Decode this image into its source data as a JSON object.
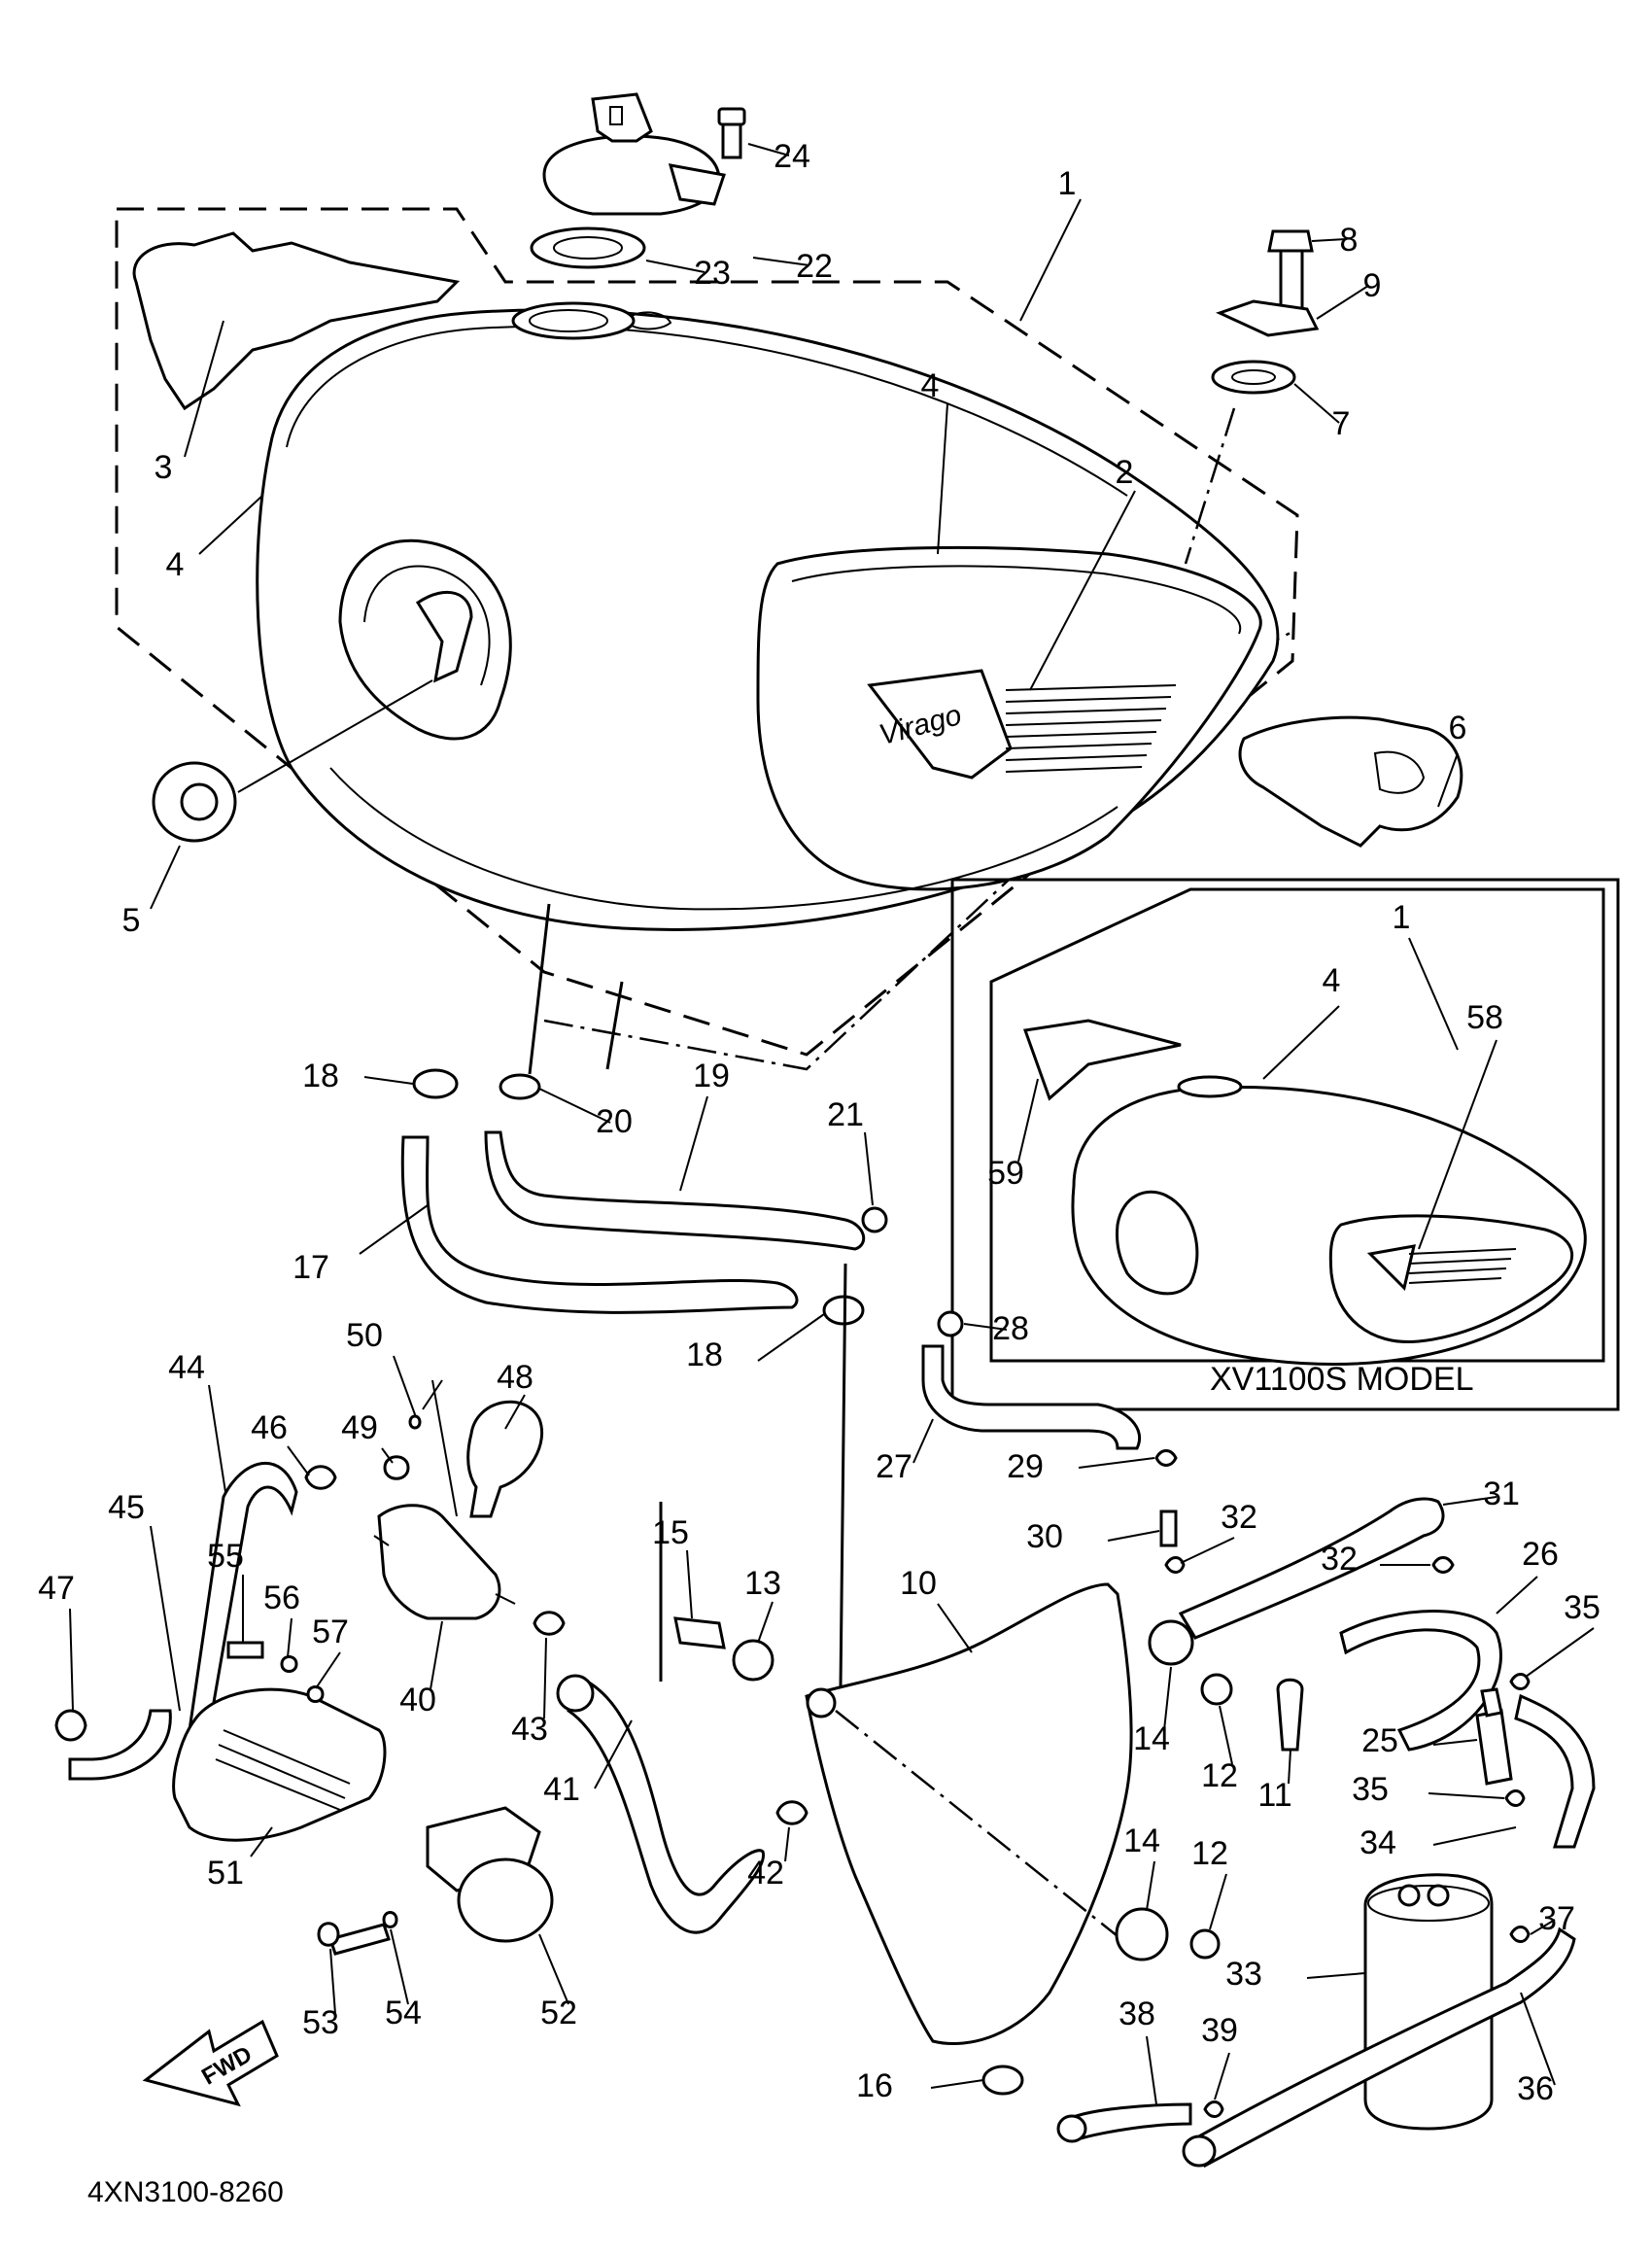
{
  "diagram": {
    "reference_code": "4XN3100-8260",
    "inset_caption": "XV1100S MODEL",
    "fwd_badge": "FWD",
    "tank_logo_text": "Virago",
    "callouts": [
      {
        "id": "c24",
        "label": "24"
      },
      {
        "id": "c22",
        "label": "22"
      },
      {
        "id": "c23",
        "label": "23"
      },
      {
        "id": "c1",
        "label": "1"
      },
      {
        "id": "c8",
        "label": "8"
      },
      {
        "id": "c9",
        "label": "9"
      },
      {
        "id": "c7",
        "label": "7"
      },
      {
        "id": "c3",
        "label": "3"
      },
      {
        "id": "c4a",
        "label": "4"
      },
      {
        "id": "c4b",
        "label": "4"
      },
      {
        "id": "c2",
        "label": "2"
      },
      {
        "id": "c6",
        "label": "6"
      },
      {
        "id": "c5",
        "label": "5"
      },
      {
        "id": "c18a",
        "label": "18"
      },
      {
        "id": "c20",
        "label": "20"
      },
      {
        "id": "c19",
        "label": "19"
      },
      {
        "id": "c21",
        "label": "21"
      },
      {
        "id": "c17",
        "label": "17"
      },
      {
        "id": "c18b",
        "label": "18"
      },
      {
        "id": "c28",
        "label": "28"
      },
      {
        "id": "c27",
        "label": "27"
      },
      {
        "id": "c29",
        "label": "29"
      },
      {
        "id": "c1i",
        "label": "1"
      },
      {
        "id": "c4i",
        "label": "4"
      },
      {
        "id": "c58",
        "label": "58"
      },
      {
        "id": "c59",
        "label": "59"
      },
      {
        "id": "c50",
        "label": "50"
      },
      {
        "id": "c48",
        "label": "48"
      },
      {
        "id": "c44",
        "label": "44"
      },
      {
        "id": "c46",
        "label": "46"
      },
      {
        "id": "c49",
        "label": "49"
      },
      {
        "id": "c45",
        "label": "45"
      },
      {
        "id": "c47",
        "label": "47"
      },
      {
        "id": "c55",
        "label": "55"
      },
      {
        "id": "c56",
        "label": "56"
      },
      {
        "id": "c57",
        "label": "57"
      },
      {
        "id": "c40",
        "label": "40"
      },
      {
        "id": "c43",
        "label": "43"
      },
      {
        "id": "c15",
        "label": "15"
      },
      {
        "id": "c13",
        "label": "13"
      },
      {
        "id": "c10",
        "label": "10"
      },
      {
        "id": "c30",
        "label": "30"
      },
      {
        "id": "c32a",
        "label": "32"
      },
      {
        "id": "c31",
        "label": "31"
      },
      {
        "id": "c32b",
        "label": "32"
      },
      {
        "id": "c26",
        "label": "26"
      },
      {
        "id": "c35a",
        "label": "35"
      },
      {
        "id": "c14a",
        "label": "14"
      },
      {
        "id": "c12a",
        "label": "12"
      },
      {
        "id": "c11",
        "label": "11"
      },
      {
        "id": "c25",
        "label": "25"
      },
      {
        "id": "c35b",
        "label": "35"
      },
      {
        "id": "c34",
        "label": "34"
      },
      {
        "id": "c41",
        "label": "41"
      },
      {
        "id": "c51",
        "label": "51"
      },
      {
        "id": "c42",
        "label": "42"
      },
      {
        "id": "c14b",
        "label": "14"
      },
      {
        "id": "c12b",
        "label": "12"
      },
      {
        "id": "c37",
        "label": "37"
      },
      {
        "id": "c33",
        "label": "33"
      },
      {
        "id": "c53",
        "label": "53"
      },
      {
        "id": "c54",
        "label": "54"
      },
      {
        "id": "c52",
        "label": "52"
      },
      {
        "id": "c16",
        "label": "16"
      },
      {
        "id": "c38",
        "label": "38"
      },
      {
        "id": "c39",
        "label": "39"
      },
      {
        "id": "c36",
        "label": "36"
      }
    ]
  }
}
